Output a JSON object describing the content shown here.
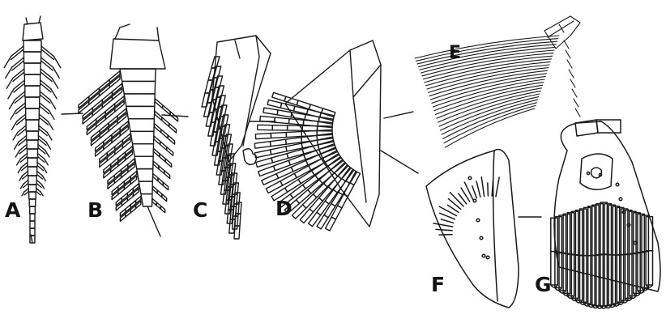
{
  "figure": {
    "labels": [
      "A",
      "B",
      "C",
      "D",
      "E",
      "F",
      "G"
    ],
    "ink_color": "#1a1a1a",
    "background": "#ffffff"
  }
}
